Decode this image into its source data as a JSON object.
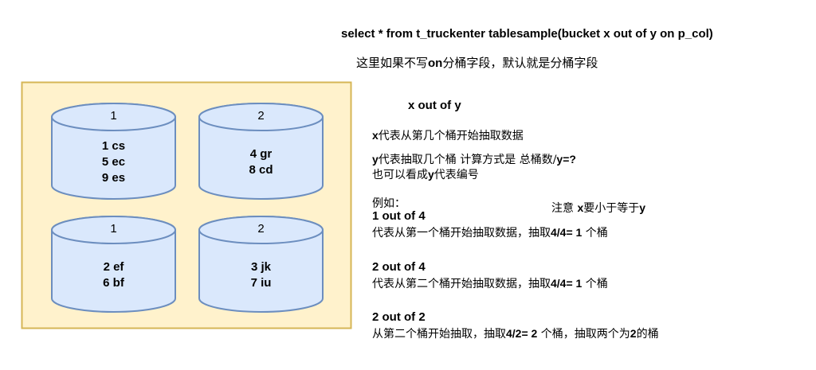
{
  "sql_statement": "select * from t_truckenter tablesample(bucket x out of y on p_col)",
  "note_on_clause": {
    "before": "这里如果不写",
    "bold": "on",
    "after": "分桶字段，默认就是分桶字段"
  },
  "heading": "x out of y",
  "x_explanation": {
    "bold": "x",
    "text": "代表从第几个桶开始抽取数据"
  },
  "y_explanation": {
    "bold": "y",
    "text": "代表抽取几个桶 计算方式是 总桶数/",
    "bold2": "y=?"
  },
  "y_alt": {
    "before": "也可以看成",
    "bold": "y",
    "after": "代表编号"
  },
  "example_label": "例如：",
  "caution": {
    "before": "注意 ",
    "bold_x": "x",
    "mid": "要小于等于",
    "bold_y": "y"
  },
  "examples": [
    {
      "title": "1 out of 4",
      "desc_before": "代表从第一个桶开始抽取数据，抽取",
      "desc_bold": "4/4= 1",
      "desc_after": " 个桶"
    },
    {
      "title": "2 out of 4",
      "desc_before": "代表从第二个桶开始抽取数据，抽取",
      "desc_bold": "4/4= 1",
      "desc_after": " 个桶"
    },
    {
      "title": "2 out of 2",
      "desc_before": "从第二个桶开始抽取，抽取",
      "desc_bold": "4/2= 2",
      "desc_after": " 个桶，抽取两个为",
      "desc_bold2": "2",
      "desc_after2": "的桶"
    }
  ],
  "colors": {
    "box_fill": "#fff2cc",
    "box_stroke": "#d6b656",
    "cylinder_fill": "#dae8fc",
    "cylinder_stroke": "#6c8ebf"
  },
  "cylinders": [
    {
      "label": "1",
      "items": [
        "1 cs",
        "5 ec",
        "9 es"
      ]
    },
    {
      "label": "2",
      "items": [
        "4 gr",
        "8 cd"
      ]
    },
    {
      "label": "1",
      "items": [
        "2 ef",
        "6 bf"
      ]
    },
    {
      "label": "2",
      "items": [
        "3 jk",
        "7 iu"
      ]
    }
  ]
}
